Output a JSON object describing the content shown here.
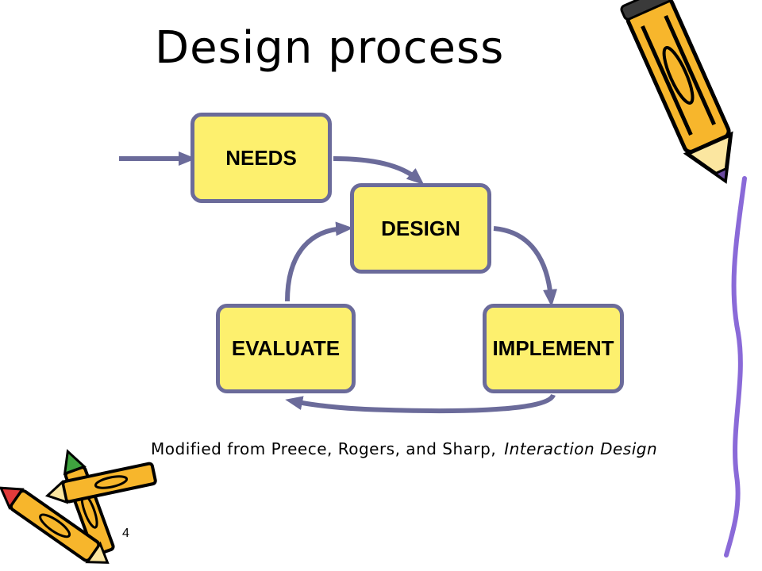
{
  "title": "Design process",
  "diagram": {
    "nodes": {
      "needs": "NEEDS",
      "design": "DESIGN",
      "evaluate": "EVALUATE",
      "implement": "IMPLEMENT"
    }
  },
  "caption": {
    "prefix": "Modified from Preece, Rogers, and Sharp,",
    "book": "Interaction Design"
  },
  "page_number": "4",
  "icons": {
    "top_right": "pencil-icon",
    "bottom_left": "crayons-icon"
  },
  "colors": {
    "box_fill": "#fdf06e",
    "box_border": "#6b6b9a",
    "arrow": "#6b6b9a"
  }
}
